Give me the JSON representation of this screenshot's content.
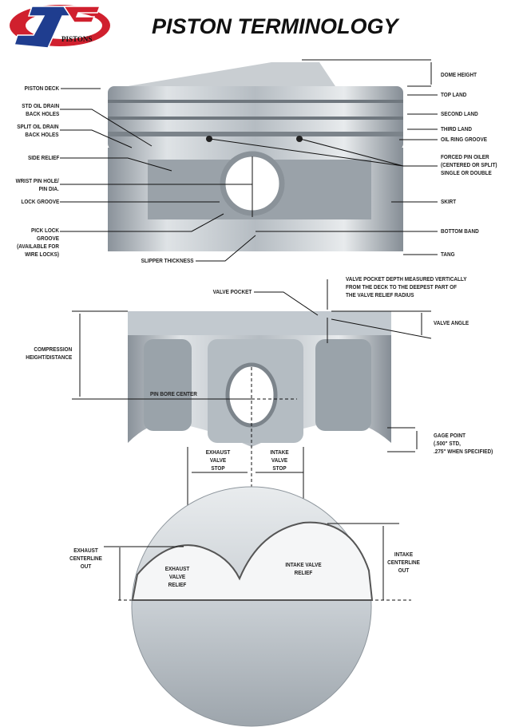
{
  "logo": {
    "text": "PISTONS",
    "mark": "JE"
  },
  "title": "PISTON TERMINOLOGY",
  "top_left": {
    "piston_deck": "PISTON DECK",
    "std_oil": "STD OIL DRAIN\nBACK HOLES",
    "split_oil": "SPLIT OIL DRAIN\nBACK HOLES",
    "side_relief": "SIDE RELIEF",
    "wrist_pin": "WRIST PIN HOLE/\nPIN DIA.",
    "lock_groove": "LOCK GROOVE",
    "pick_lock": "PICK LOCK GROOVE\n(AVAILABLE FOR\nWIRE LOCKS)",
    "slipper": "SLIPPER THICKNESS"
  },
  "top_right": {
    "dome": "DOME HEIGHT",
    "top_land": "TOP LAND",
    "second_land": "SECOND LAND",
    "third_land": "THIRD LAND",
    "oil_ring": "OIL RING GROOVE",
    "pin_oiler": "FORCED PIN OILER\n(CENTERED OR SPLIT)\nSINGLE OR DOUBLE",
    "skirt": "SKIRT",
    "bottom_band": "BOTTOM BAND",
    "tang": "TANG"
  },
  "side": {
    "valve_pocket": "VALVE POCKET",
    "pocket_depth": "VALVE POCKET DEPTH MEASURED VERTICALLY\nFROM THE DECK TO THE DEEPEST PART OF\nTHE VALVE RELIEF RADIUS",
    "valve_angle": "VALVE ANGLE",
    "compression": "COMPRESSION\nHEIGHT/DISTANCE",
    "pin_bore": "PIN BORE CENTER",
    "gage": "GAGE POINT\n(.500\" STD,\n.275\" WHEN SPECIFIED)",
    "exhaust_stop": "EXHAUST\nVALVE\nSTOP",
    "intake_stop": "INTAKE\nVALVE\nSTOP"
  },
  "top_view": {
    "exhaust_out": "EXHAUST\nCENTERLINE\nOUT",
    "intake_out": "INTAKE\nCENTERLINE\nOUT",
    "exhaust_relief": "EXHAUST VALVE\nRELIEF",
    "intake_relief": "INTAKE VALVE\nRELIEF"
  },
  "colors": {
    "logo_red": "#d0202e",
    "logo_blue": "#1f3d8f"
  }
}
